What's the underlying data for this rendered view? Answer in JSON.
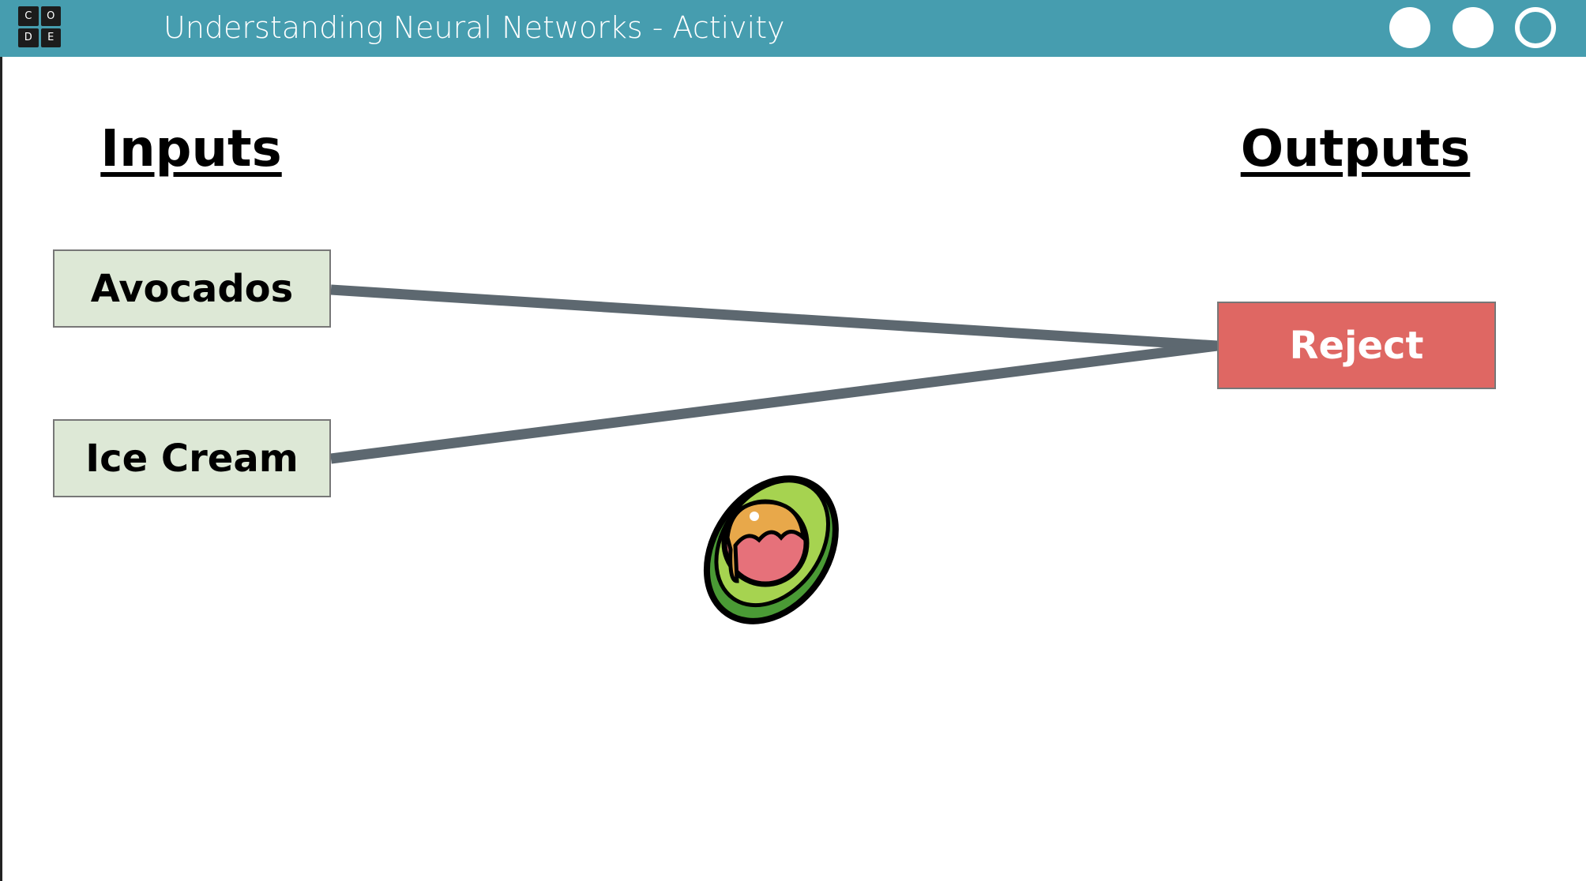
{
  "header": {
    "logo_letters": [
      "C",
      "O",
      "D",
      "E"
    ],
    "title": "Understanding Neural Networks - Activity"
  },
  "inputs_heading": "Inputs",
  "outputs_heading": "Outputs",
  "inputs": [
    {
      "label": "Avocados"
    },
    {
      "label": "Ice Cream"
    }
  ],
  "outputs": [
    {
      "label": "Reject"
    }
  ],
  "colors": {
    "header": "#469daf",
    "input_box": "#dde8d6",
    "output_box": "#df6763",
    "connection": "#5d6870"
  },
  "image": {
    "icon": "avocado-ice-cream-icon"
  }
}
